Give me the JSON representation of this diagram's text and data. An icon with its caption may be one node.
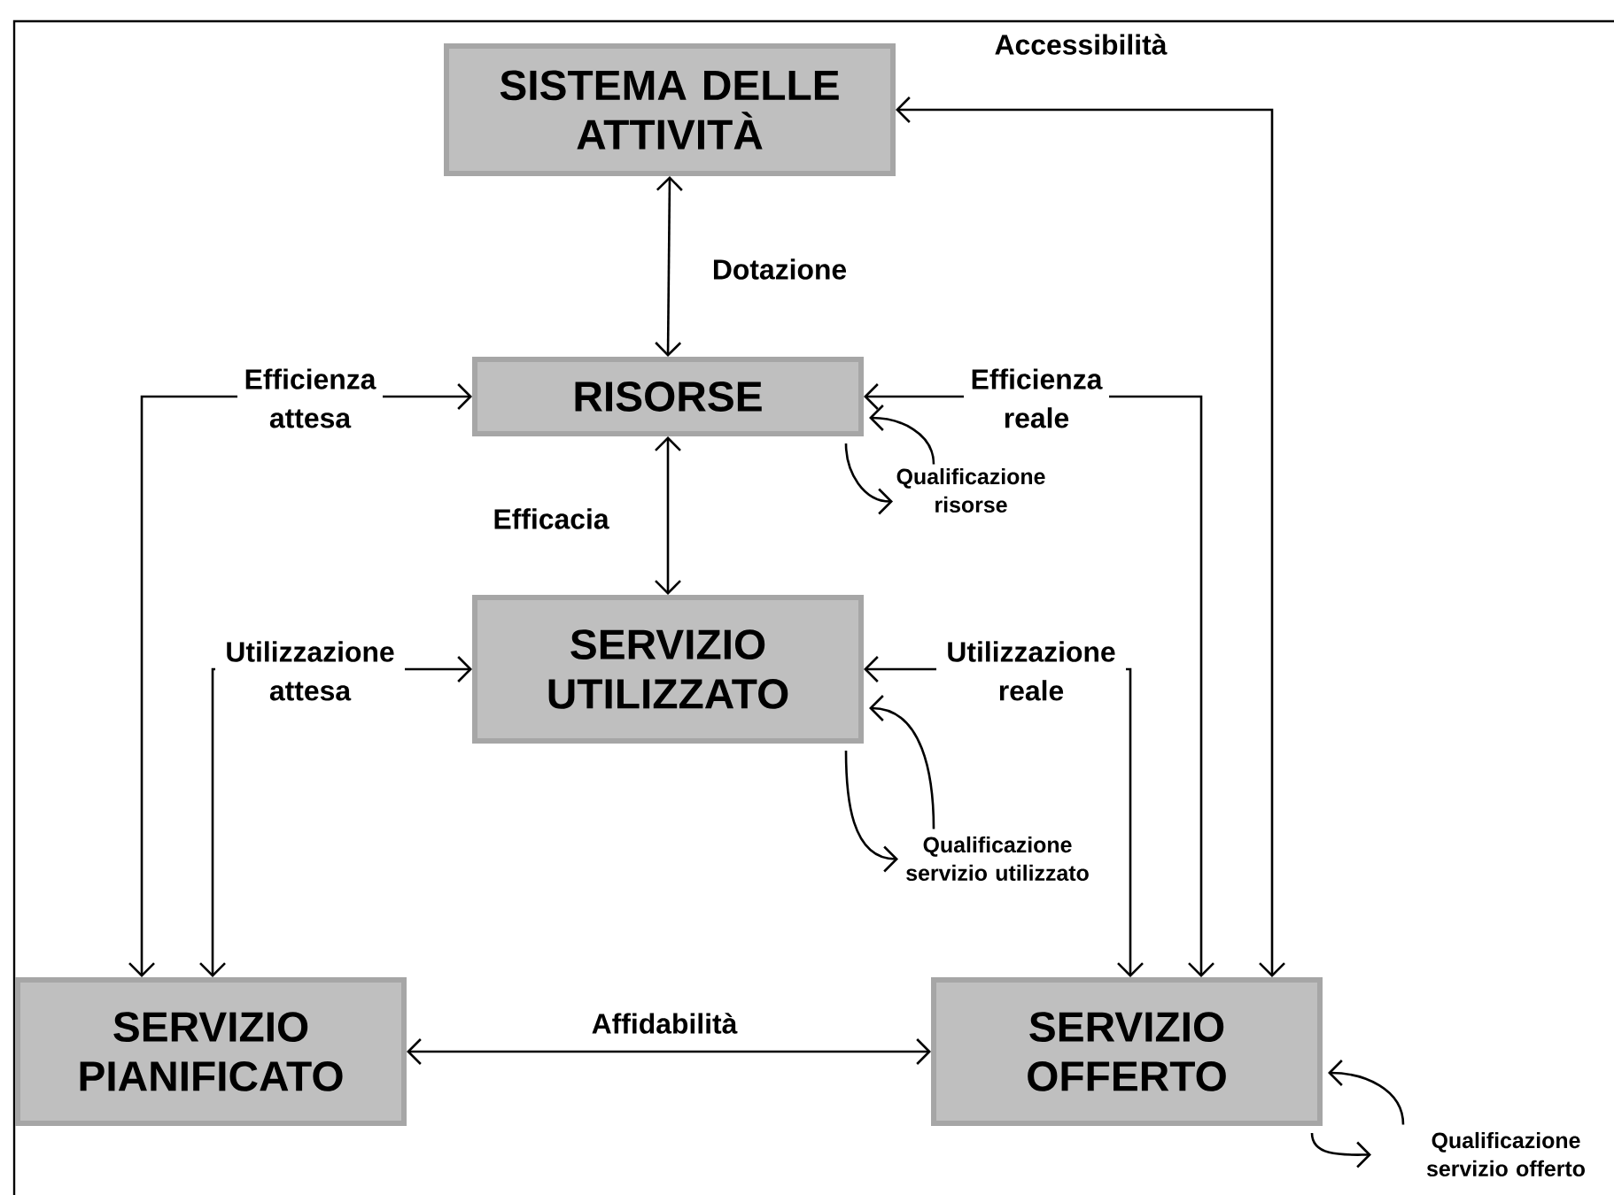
{
  "diagram": {
    "nodes": [
      {
        "text": [
          "SISTEMA DELLE ATTIVITÀ"
        ]
      },
      {
        "text": [
          "RISORSE"
        ]
      },
      {
        "text": [
          "SERVIZIO UTILIZZATO"
        ]
      },
      {
        "text": [
          "SERVIZIO PIANIFICATO"
        ]
      },
      {
        "text": [
          "SERVIZIO OFFERTO"
        ]
      },
      {
        "text": [
          "Qualificazione risorse"
        ]
      },
      {
        "text": [
          "Qualificazione servizio utilizzato"
        ]
      },
      {
        "text": [
          "Qualificazione servizio offerto"
        ]
      }
    ],
    "edges": [
      {
        "from": 0,
        "to": 1,
        "arrow": "both",
        "label": "Dotazione"
      },
      {
        "from": 1,
        "to": 2,
        "arrow": "both",
        "label": "Efficacia"
      },
      {
        "from": 0,
        "to": 4,
        "arrow": "both",
        "label": "Accessibilità"
      },
      {
        "from": 1,
        "to": 3,
        "arrow": "both",
        "label": "Efficienza attesa"
      },
      {
        "from": 1,
        "to": 4,
        "arrow": "both",
        "label": "Efficienza reale"
      },
      {
        "from": 2,
        "to": 3,
        "arrow": "both",
        "label": "Utilizzazione attesa"
      },
      {
        "from": 2,
        "to": 4,
        "arrow": "both",
        "label": "Utilizzazione reale"
      },
      {
        "from": 3,
        "to": 4,
        "arrow": "both",
        "label": "Affidabilità"
      },
      {
        "from": 1,
        "to": 5,
        "arrow": "to"
      },
      {
        "from": 5,
        "to": 1,
        "arrow": "to"
      },
      {
        "from": 2,
        "to": 6,
        "arrow": "to"
      },
      {
        "from": 6,
        "to": 2,
        "arrow": "to"
      },
      {
        "from": 4,
        "to": 7,
        "arrow": "to"
      },
      {
        "from": 7,
        "to": 4,
        "arrow": "to"
      }
    ]
  }
}
